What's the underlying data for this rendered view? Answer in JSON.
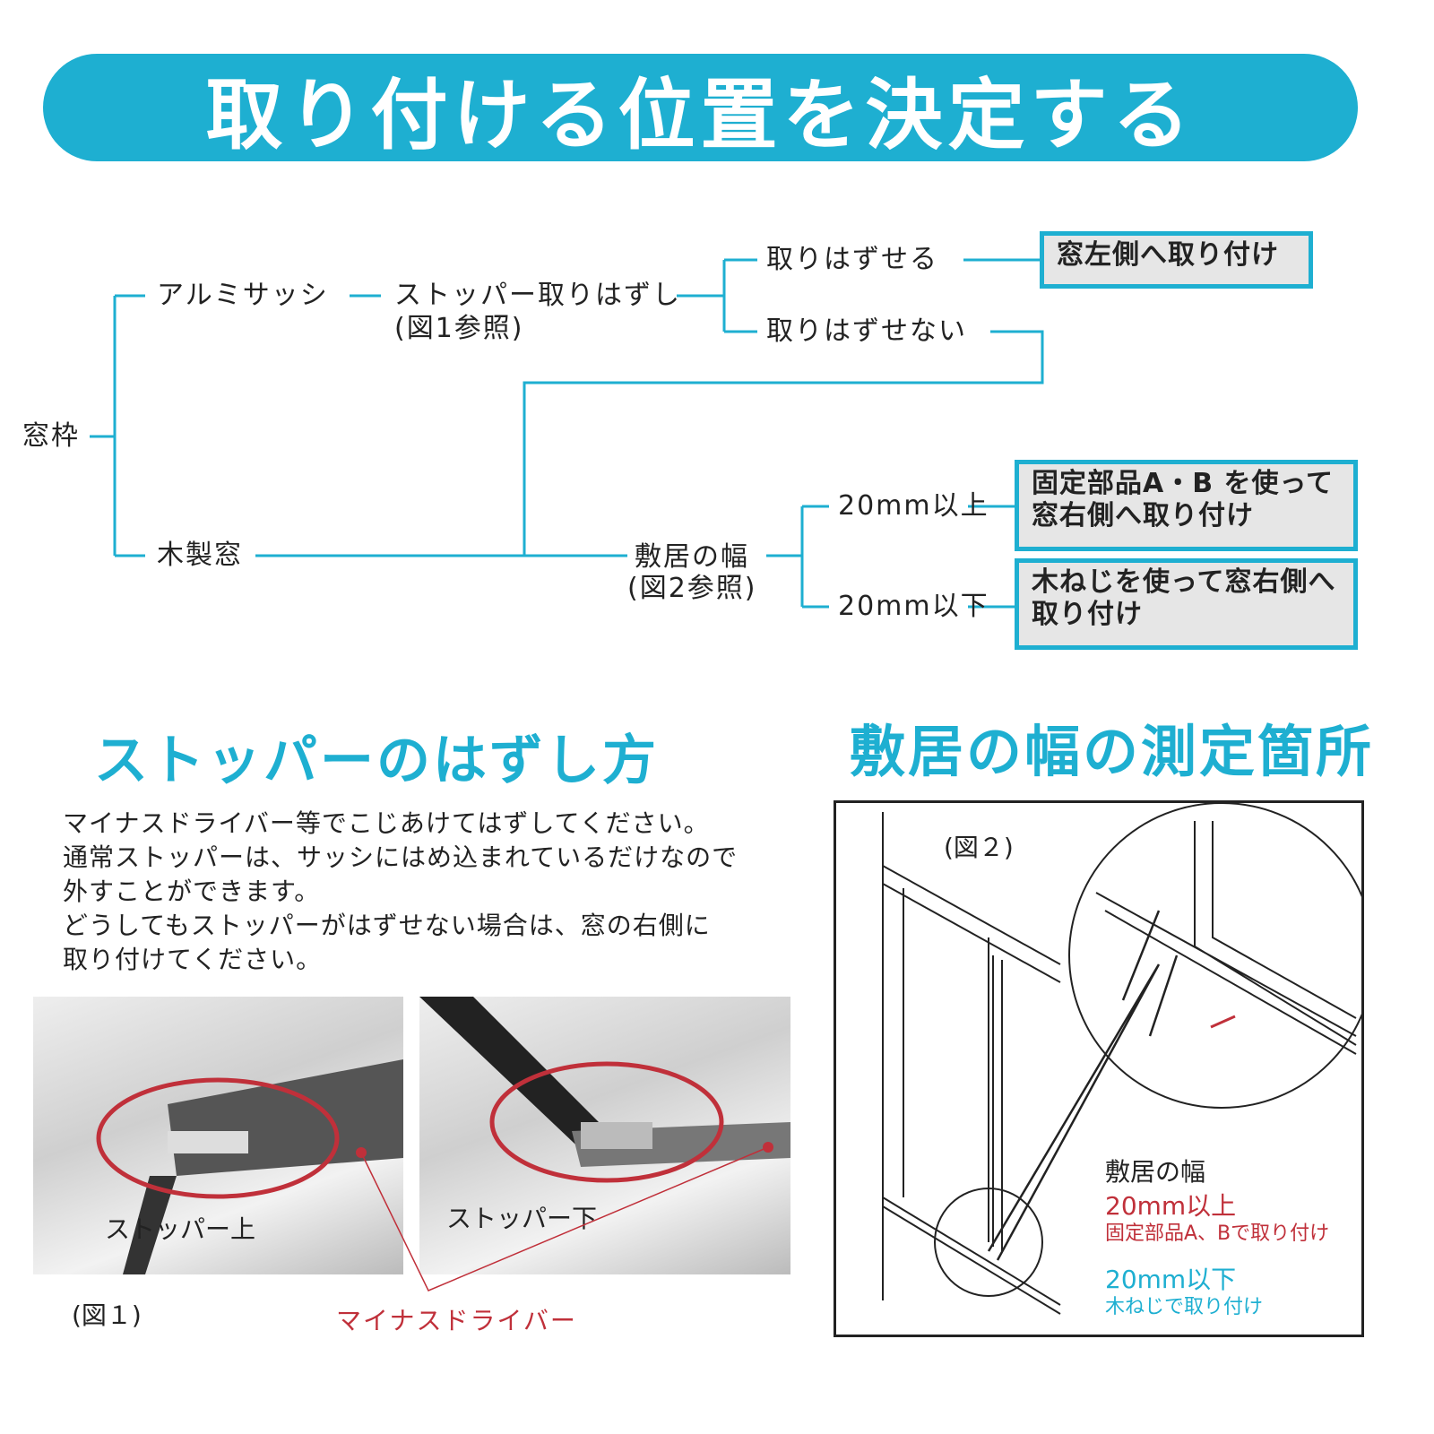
{
  "title": "取り付ける位置を決定する",
  "flow": {
    "root": "窓枠",
    "alum": "アルミサッシ",
    "stopper": "ストッパー取りはずし",
    "stopper_ref": "(図1参照)",
    "removable": "取りはずせる",
    "not_removable": "取りはずせない",
    "result_left": "窓左側へ取り付け",
    "wood": "木製窓",
    "sill": "敷居の幅",
    "sill_ref": "(図2参照)",
    "over20": "20mm以上",
    "under20": "20mm以下",
    "result_parts": "固定部品A・B を使って窓右側へ取り付け",
    "result_screw": "木ねじを使って窓右側へ取り付け"
  },
  "stopper_section": {
    "title": "ストッパーのはずし方",
    "lines": [
      "マイナスドライバー等でこじあけてはずしてください。",
      "通常ストッパーは、サッシにはめ込まれているだけなので",
      "外すことができます。",
      "どうしてもストッパーがはずせない場合は、窓の右側に",
      "取り付けてください。"
    ],
    "photo_top": "ストッパー上",
    "photo_bottom": "ストッパー下",
    "fig": "(図１)",
    "driver": "マイナスドライバー"
  },
  "sill_section": {
    "title": "敷居の幅の測定箇所",
    "fig": "(図２)",
    "label": "敷居の幅",
    "over": "20mm以上",
    "over_note": "固定部品A、Bで取り付け",
    "under": "20mm以下",
    "under_note": "木ねじで取り付け"
  },
  "colors": {
    "accent": "#1eafd1",
    "red": "#c0303a"
  }
}
